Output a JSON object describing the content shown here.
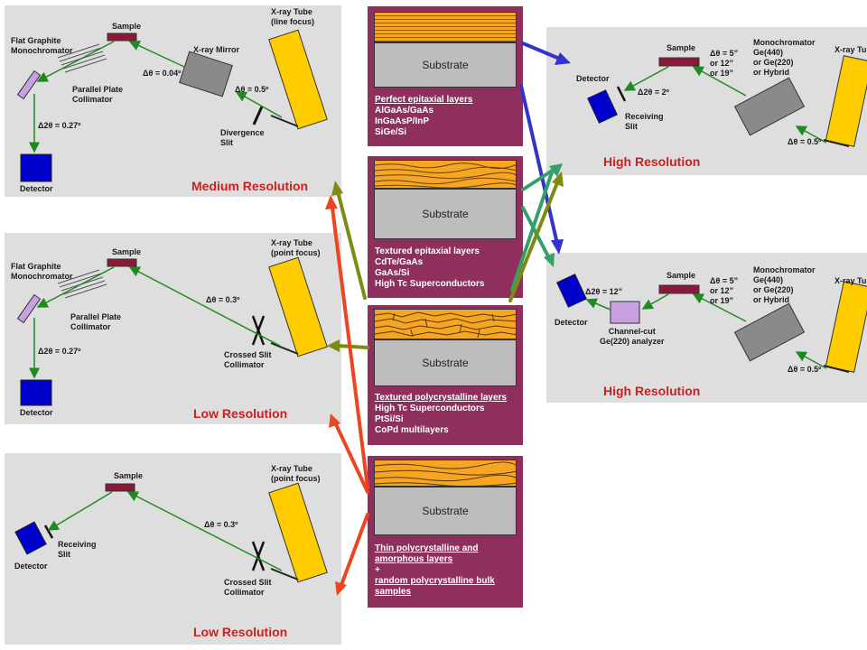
{
  "materials": [
    {
      "id": "perfect",
      "substrate_label": "Substrate",
      "lines": [
        {
          "text": "Perfect epitaxial layers",
          "underline": true
        },
        {
          "text": "AlGaAs/GaAs"
        },
        {
          "text": "InGaAsP/InP"
        },
        {
          "text": "SiGe/Si"
        }
      ]
    },
    {
      "id": "textured-epi",
      "substrate_label": "Substrate",
      "lines": [
        {
          "text": "Textured epitaxial layers"
        },
        {
          "text": "CdTe/GaAs"
        },
        {
          "text": "GaAs/Si"
        },
        {
          "text": "High Tc Superconductors"
        }
      ]
    },
    {
      "id": "textured-poly",
      "substrate_label": "Substrate",
      "lines": [
        {
          "text": "Textured polycrystalline layers",
          "underline": true
        },
        {
          "text": "High Tc Superconductors"
        },
        {
          "text": "PtSi/Si"
        },
        {
          "text": "CoPd multilayers"
        }
      ]
    },
    {
      "id": "thin-poly",
      "substrate_label": "Substrate",
      "lines": [
        {
          "text": "Thin polycrystalline and",
          "underline": true
        },
        {
          "text": "amorphous layers",
          "underline": true
        },
        {
          "text": "+"
        },
        {
          "text": "random polycrystalline bulk",
          "underline": true
        },
        {
          "text": "samples",
          "underline": true
        }
      ]
    }
  ],
  "setups": {
    "medium": {
      "title": "Medium Resolution",
      "labels": {
        "sample": "Sample",
        "tube": "X-ray Tube\n(line focus)",
        "mono": "Flat Graphite\nMonochromator",
        "collimator": "Parallel Plate\nCollimator",
        "mirror": "X-ray Mirror",
        "dtheta": "Δθ = 0.04º",
        "dtheta2": "Δθ = 0.5º",
        "d2theta": "Δ2θ = 0.27º",
        "slit": "Divergence\nSlit",
        "detector": "Detector"
      }
    },
    "low1": {
      "title": "Low Resolution",
      "labels": {
        "sample": "Sample",
        "tube": "X-ray Tube\n(point focus)",
        "mono": "Flat Graphite\nMonochromator",
        "collimator": "Parallel Plate\nCollimator",
        "dtheta": "Δθ = 0.3º",
        "d2theta": "Δ2θ = 0.27º",
        "slit": "Crossed Slit\nCollimator",
        "detector": "Detector"
      }
    },
    "low2": {
      "title": "Low Resolution",
      "labels": {
        "sample": "Sample",
        "tube": "X-ray Tube\n(point focus)",
        "dtheta": "Δθ = 0.3º",
        "slit": "Crossed Slit\nCollimator",
        "recv": "Receiving\nSlit",
        "detector": "Detector"
      }
    },
    "high1": {
      "title": "High Resolution",
      "labels": {
        "sample": "Sample",
        "tube": "X-ray Tu",
        "mono": "Monochromator\nGe(440)\nor Ge(220)\nor Hybrid",
        "dtheta": "Δθ = 5”\nor 12”\nor 19”",
        "d2theta": "Δ2θ = 2º",
        "dtheta2": "Δθ = 0.5º",
        "recv": "Receiving\nSlit",
        "detector": "Detector"
      }
    },
    "high2": {
      "title": "High Resolution",
      "labels": {
        "sample": "Sample",
        "tube": "X-ray Tu",
        "mono": "Monochromator\nGe(440)\nor Ge(220)\nor Hybrid",
        "dtheta": "Δθ = 5”\nor 12”\nor 19”",
        "d2theta": "Δ2θ = 12”",
        "dtheta2": "Δθ = 0.5º",
        "analyzer": "Channel-cut\nGe(220) analyzer",
        "detector": "Detector"
      }
    }
  },
  "colors": {
    "panel": "#dedede",
    "material_box": "#8e2f5e",
    "beam": "#1f8a1f",
    "title_red": "#cc1f1f",
    "tube": "#ffcc00",
    "detector": "#0000cc",
    "arrow_blue": "#3333cc",
    "arrow_teal": "#33a06a",
    "arrow_olive": "#7f8a10",
    "arrow_red": "#ee4422"
  }
}
